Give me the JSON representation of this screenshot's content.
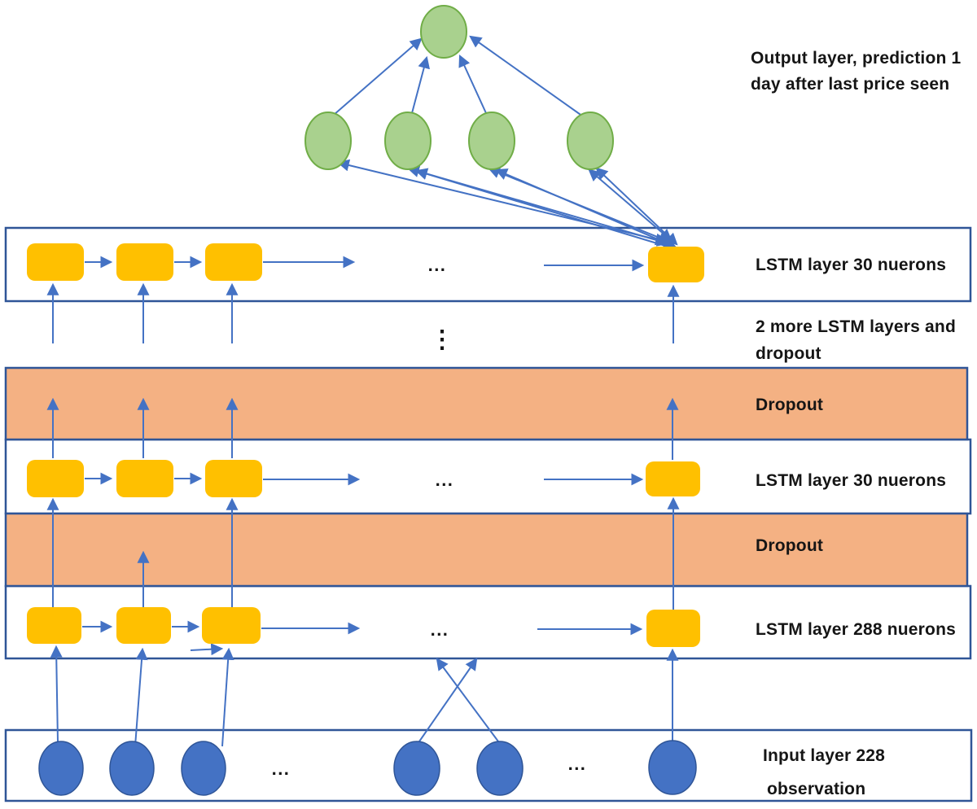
{
  "diagram": {
    "title_hint": "LSTM network architecture diagram",
    "labels": {
      "output": [
        "Output layer, prediction 1",
        "day after last price seen"
      ],
      "lstm_top": "LSTM layer 30 nuerons",
      "more_layers": [
        "2 more LSTM layers and",
        "dropout"
      ],
      "dropout_1": "Dropout",
      "lstm_mid": "LSTM layer 30 nuerons",
      "dropout_2": "Dropout",
      "lstm_bottom": "LSTM layer 288 nuerons",
      "input": [
        "Input layer 228",
        "observation"
      ]
    },
    "ellipsis": {
      "horizontal": "...",
      "vertical": "⋮"
    },
    "colors": {
      "arrow_blue": "#4472c4",
      "box_border": "#2f5597",
      "cell_yellow": "#ffc000",
      "dropout_fill": "#f4b183",
      "green_node_fill": "#a9d18e",
      "green_node_border": "#70ad47",
      "input_node_fill": "#4472c4",
      "input_node_border": "#2f5597",
      "text": "#151515"
    }
  }
}
